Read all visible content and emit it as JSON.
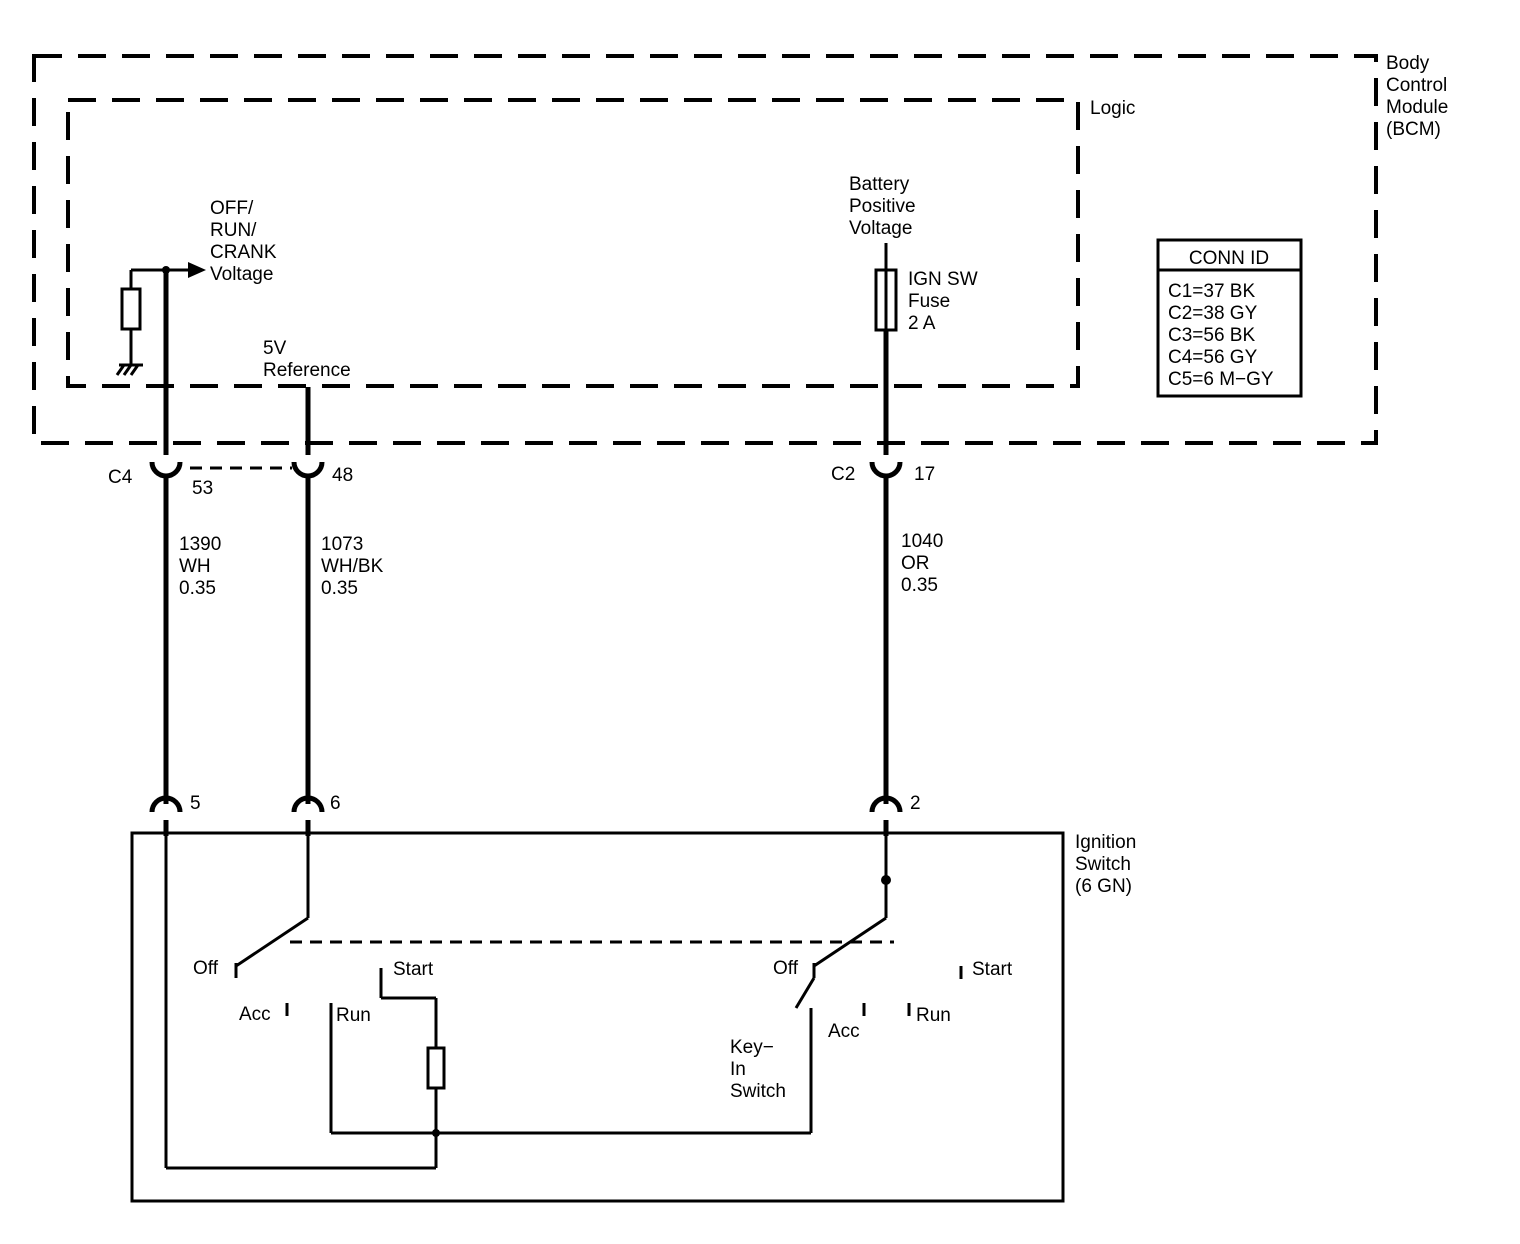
{
  "bcm": {
    "label": [
      "Body",
      "Control",
      "Module",
      "(BCM)"
    ],
    "logic_label": "Logic"
  },
  "conn_id": {
    "title": "CONN ID",
    "rows": [
      "C1=37 BK",
      "C2=38 GY",
      "C3=56 BK",
      "C4=56 GY",
      "C5=6 M−GY"
    ]
  },
  "signals": {
    "off_run_crank": [
      "OFF/",
      "RUN/",
      "CRANK",
      "Voltage"
    ],
    "ref_5v": [
      "5V",
      "Reference"
    ],
    "battery_positive": [
      "Battery",
      "Positive",
      "Voltage"
    ],
    "fuse": [
      "IGN SW",
      "Fuse",
      "2 A"
    ]
  },
  "connectors": {
    "c4": {
      "name": "C4",
      "pin_a": "53",
      "pin_b": "48"
    },
    "c2": {
      "name": "C2",
      "pin": "17"
    },
    "switch_pins": [
      "5",
      "6",
      "2"
    ]
  },
  "wires": {
    "w1390": [
      "1390",
      "WH",
      "0.35"
    ],
    "w1073": [
      "1073",
      "WH/BK",
      "0.35"
    ],
    "w1040": [
      "1040",
      "OR",
      "0.35"
    ]
  },
  "ignition_switch": {
    "label": [
      "Ignition",
      "Switch",
      "(6 GN)"
    ],
    "positions_left": {
      "off": "Off",
      "acc": "Acc",
      "run": "Run",
      "start": "Start"
    },
    "positions_right": {
      "off": "Off",
      "acc": "Acc",
      "run": "Run",
      "start": "Start"
    },
    "key_in": [
      "Key−",
      "In",
      "Switch"
    ]
  }
}
